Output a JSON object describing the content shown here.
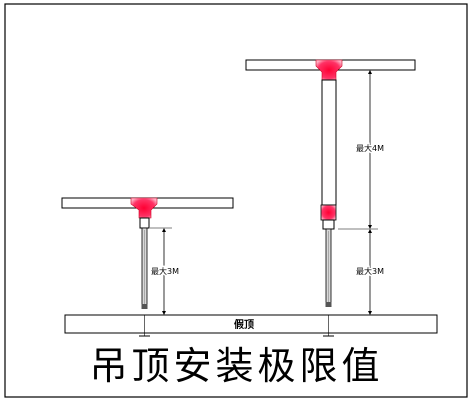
{
  "diagram": {
    "ceiling_label": "假顶",
    "left_rod": {
      "dim_label": "最大3M"
    },
    "right_rod": {
      "upper_dim_label": "最大4M",
      "lower_dim_label": "最大3M"
    },
    "caption": "吊顶安装极限值",
    "colors": {
      "connector": "#ff0033",
      "connector_glow": "#ffb3c6",
      "line": "#000000",
      "fill": "#ffffff"
    }
  }
}
